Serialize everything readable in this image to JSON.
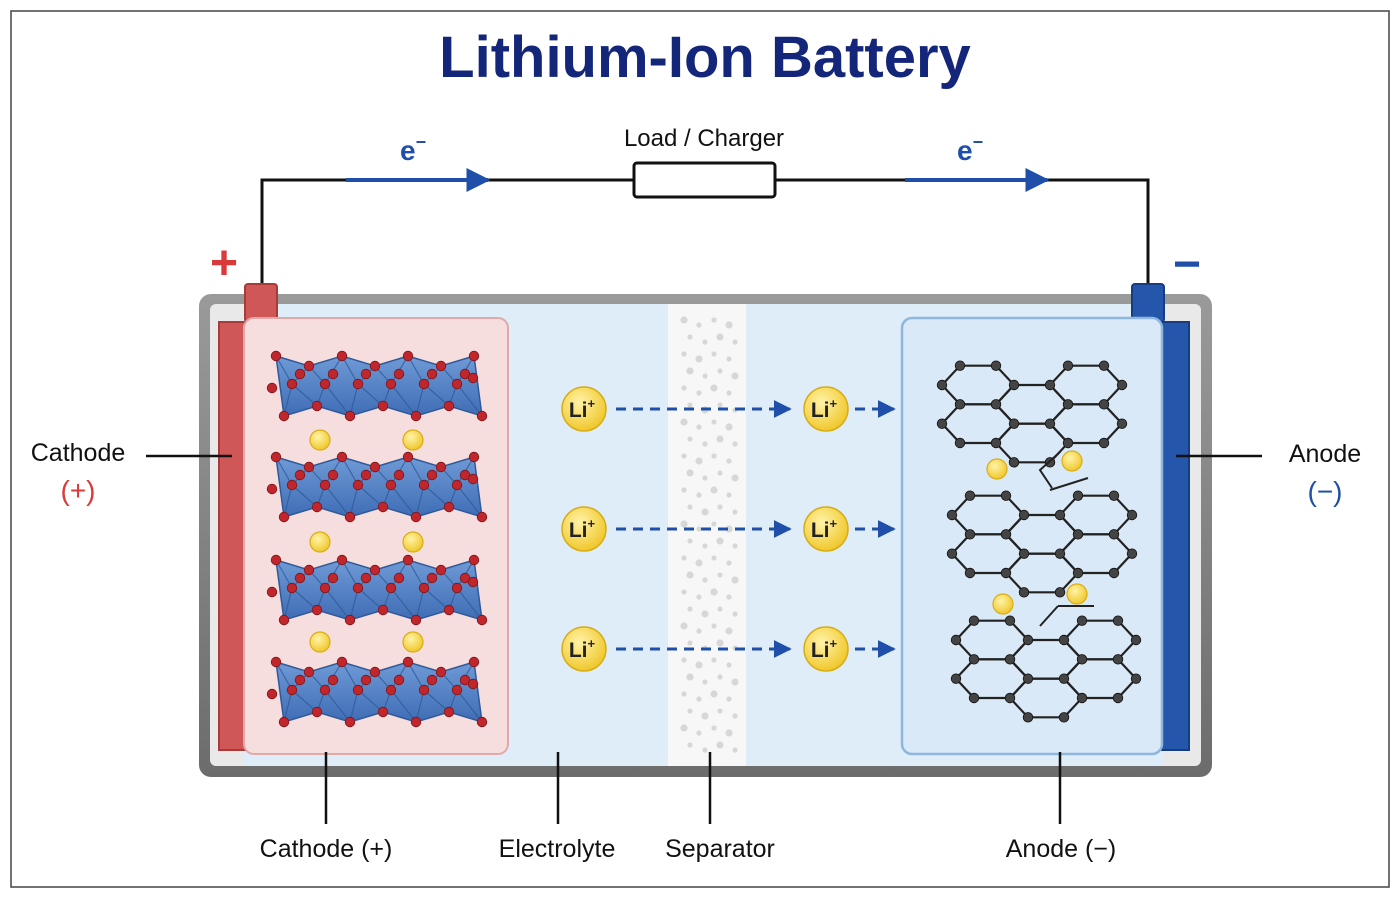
{
  "title": "Lithium-Ion Battery",
  "circuit": {
    "load_label": "Load / Charger",
    "electron_left": "e",
    "electron_right": "e",
    "electron_charge": "−"
  },
  "terminals": {
    "positive_symbol": "+",
    "negative_symbol": "−"
  },
  "side_labels": {
    "cathode": "Cathode",
    "cathode_sign": "(+)",
    "anode": "Anode",
    "anode_sign": "(−)"
  },
  "ion": {
    "symbol": "Li",
    "charge": "+"
  },
  "bottom_labels": {
    "cathode": "Cathode (+)",
    "electrolyte": "Electrolyte",
    "separator": "Separator",
    "anode": "Anode (−)"
  },
  "colors": {
    "title": "#14267a",
    "positive": "#d93a3a",
    "negative": "#1f4fa8",
    "electron_arrow": "#1f4fa8",
    "cathode_bg": "#f6dede",
    "electrolyte_bg": "#deedf8",
    "anode_bg": "#d9e9f7",
    "lithium": "#f3d13a",
    "oxygen": "#c0272d",
    "octahedra": "#4f7fc4",
    "carbon": "#444444"
  }
}
